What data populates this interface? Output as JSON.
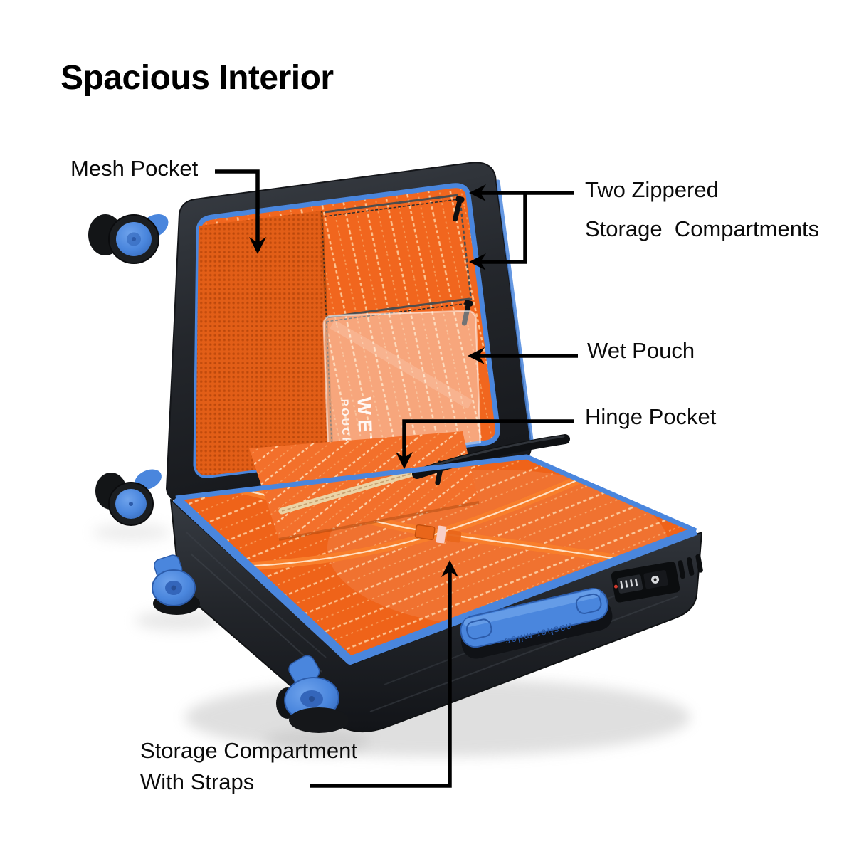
{
  "title": "Spacious Interior",
  "annotations": {
    "mesh_pocket": {
      "label": "Mesh Pocket"
    },
    "two_zippered": {
      "line1": "Two Zippered",
      "line2": "Storage  Compartments"
    },
    "wet_pouch": {
      "label": "Wet Pouch"
    },
    "hinge_pocket": {
      "label": "Hinge Pocket"
    },
    "storage_compartment": {
      "line1": "Storage Compartment",
      "line2": "With Straps"
    }
  },
  "suitcase": {
    "wet_pouch_print": {
      "line1": "WET",
      "line2": "POUCH"
    },
    "handle_brand": "nasher miles"
  },
  "colors": {
    "interior_orange": "#F1661E",
    "trim_blue": "#4A86DD",
    "shell_dark": "#24272C",
    "callout_black": "#000000"
  }
}
